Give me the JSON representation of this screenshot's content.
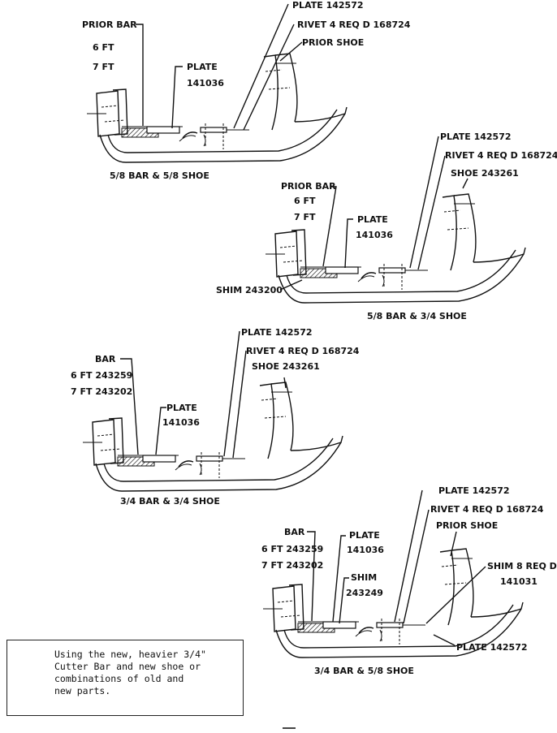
{
  "diagram1": {
    "plate_top": "PLATE 142572",
    "rivet": "RIVET 4 REQ D 168724",
    "prior_shoe": "PRIOR SHOE",
    "prior_bar": "PRIOR BAR",
    "six_ft": "6 FT",
    "seven_ft": "7 FT",
    "plate_mid": "PLATE",
    "plate_mid_num": "141036",
    "caption": "5/8 BAR & 5/8 SHOE"
  },
  "diagram2": {
    "plate_top": "PLATE 142572",
    "rivet": "RIVET 4 REQ D 168724",
    "shoe": "SHOE 243261",
    "prior_bar": "PRIOR BAR",
    "six_ft": "6 FT",
    "seven_ft": "7 FT",
    "plate_mid": "PLATE",
    "plate_mid_num": "141036",
    "shim": "SHIM 243200",
    "caption": "5/8 BAR & 3/4 SHOE"
  },
  "diagram3": {
    "plate_top": "PLATE 142572",
    "rivet": "RIVET 4 REQ D 168724",
    "shoe": "SHOE 243261",
    "bar": "BAR",
    "six_ft": "6 FT 243259",
    "seven_ft": "7 FT 243202",
    "plate_mid": "PLATE",
    "plate_mid_num": "141036",
    "caption": "3/4 BAR & 3/4 SHOE"
  },
  "diagram4": {
    "plate_top": "PLATE 142572",
    "rivet": "RIVET 4 REQ D 168724",
    "prior_shoe": "PRIOR SHOE",
    "shim8": "SHIM 8 REQ D",
    "shim8_num": "141031",
    "bar": "BAR",
    "six_ft": "6 FT 243259",
    "seven_ft": "7 FT 243202",
    "plate_mid": "PLATE",
    "plate_mid_num": "141036",
    "shim": "SHIM",
    "shim_num": "243249",
    "plate_bottom": "PLATE 142572",
    "caption": "3/4 BAR & 5/8 SHOE"
  },
  "note": {
    "text": "Using the new, heavier 3/4\"\nCutter Bar and new shoe or\ncombinations of old and\nnew parts."
  }
}
